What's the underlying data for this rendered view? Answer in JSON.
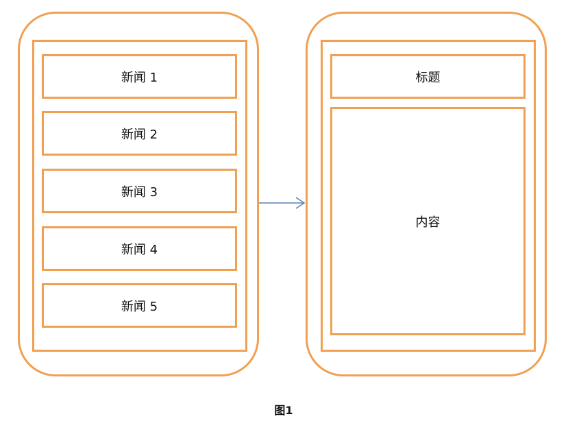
{
  "colors": {
    "frame": "#F0A050",
    "arrow": "#5B7FB5",
    "text": "#111111"
  },
  "left_phone": {
    "news_items": [
      "新闻 1",
      "新闻 2",
      "新闻 3",
      "新闻 4",
      "新闻 5"
    ]
  },
  "right_phone": {
    "title_label": "标题",
    "content_label": "内容"
  },
  "caption": "图1"
}
